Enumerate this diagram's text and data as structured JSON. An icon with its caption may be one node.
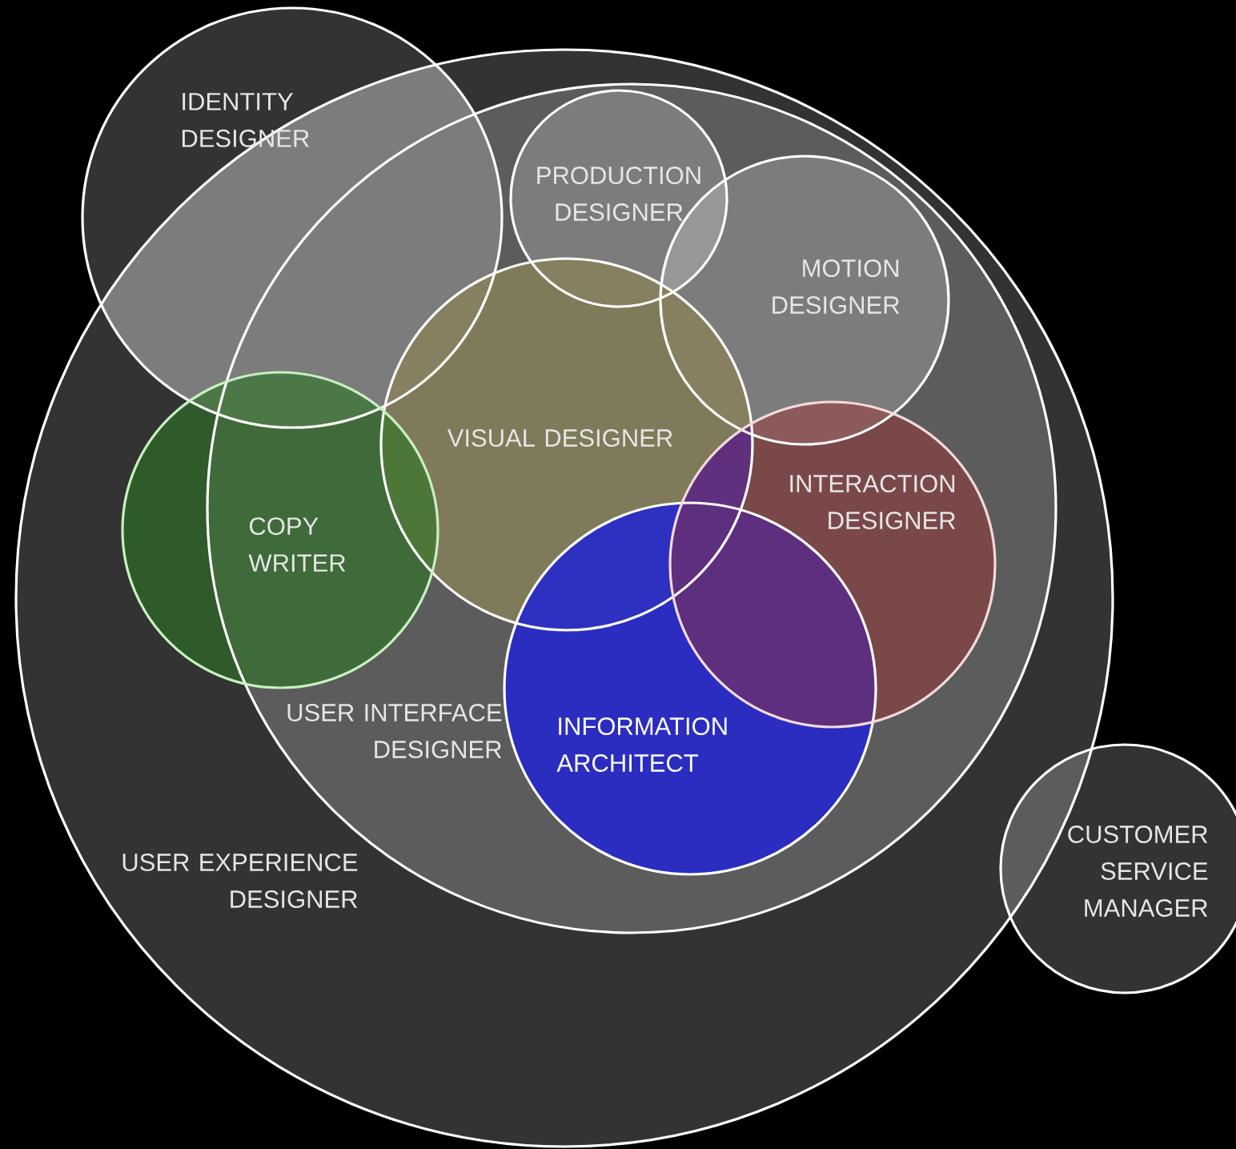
{
  "diagram": {
    "nodes": [
      {
        "text": [
          "USER EXPERIENCE DESIGNER"
        ]
      },
      {
        "text": [
          "USER INTERFACE DESIGNER"
        ],
        "in": 0
      },
      {
        "text": [
          "IDENTITY DESIGNER"
        ]
      },
      {
        "text": [
          "PRODUCTION DESIGNER"
        ],
        "in": 1
      },
      {
        "text": [
          "MOTION DESIGNER"
        ],
        "in": 1
      },
      {
        "text": [
          "VISUAL DESIGNER"
        ],
        "in": 1
      },
      {
        "text": [
          "INTERACTION DESIGNER"
        ],
        "in": 1
      },
      {
        "text": [
          "COPY WRITER"
        ],
        "in": 0
      },
      {
        "text": [
          "INFORMATION ARCHITECT"
        ],
        "in": 1
      },
      {
        "text": [
          "CUSTOMER SERVICE MANAGER"
        ]
      }
    ]
  }
}
